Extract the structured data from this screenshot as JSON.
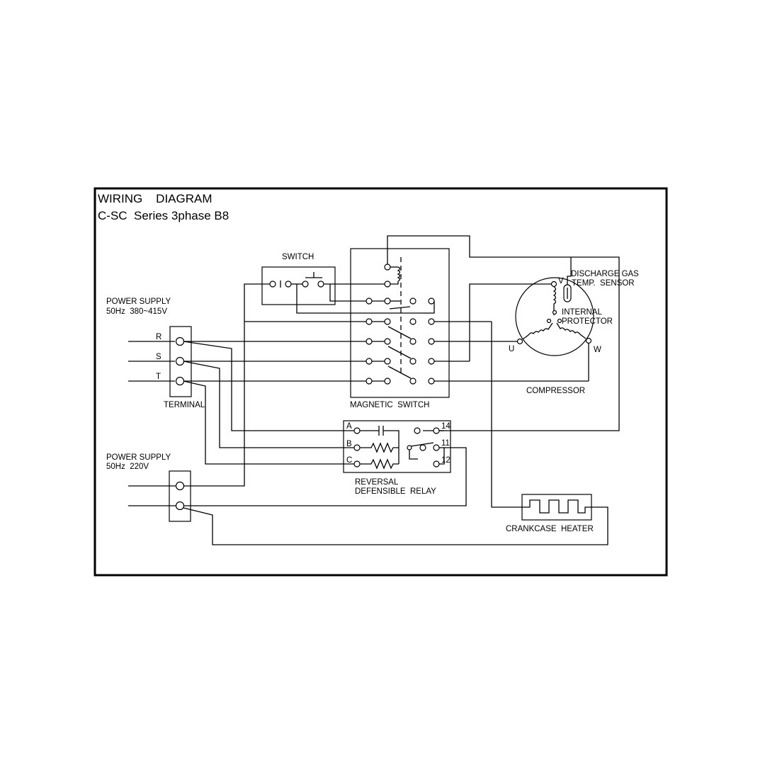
{
  "title_line1": "WIRING    DIAGRAM",
  "title_line2": "C-SC  Series 3phase B8",
  "labels": {
    "power_supply_3ph": "POWER SUPPLY",
    "power_supply_3ph_spec": "50Hz  380~415V",
    "phase_r": "R",
    "phase_s": "S",
    "phase_t": "T",
    "terminal": "TERMINAL",
    "switch": "SWITCH",
    "magnetic_switch": "MAGNETIC  SWITCH",
    "discharge_line1": "DISCHARGE GAS",
    "discharge_line2": "TEMP.  SENSOR",
    "protector_line1": "INTERNAL",
    "protector_line2": "PROTECTOR",
    "motor_v": "V",
    "motor_u": "U",
    "motor_w": "W",
    "compressor": "COMPRESSOR",
    "power_supply_1ph": "POWER SUPPLY",
    "power_supply_1ph_spec": "50Hz  220V",
    "relay_a": "A",
    "relay_b": "B",
    "relay_c": "C",
    "relay_14": "14",
    "relay_11": "11",
    "relay_12": "12",
    "relay_line1": "REVERSAL",
    "relay_line2": "DEFENSIBLE  RELAY",
    "crankcase_heater": "CRANKCASE  HEATER"
  }
}
